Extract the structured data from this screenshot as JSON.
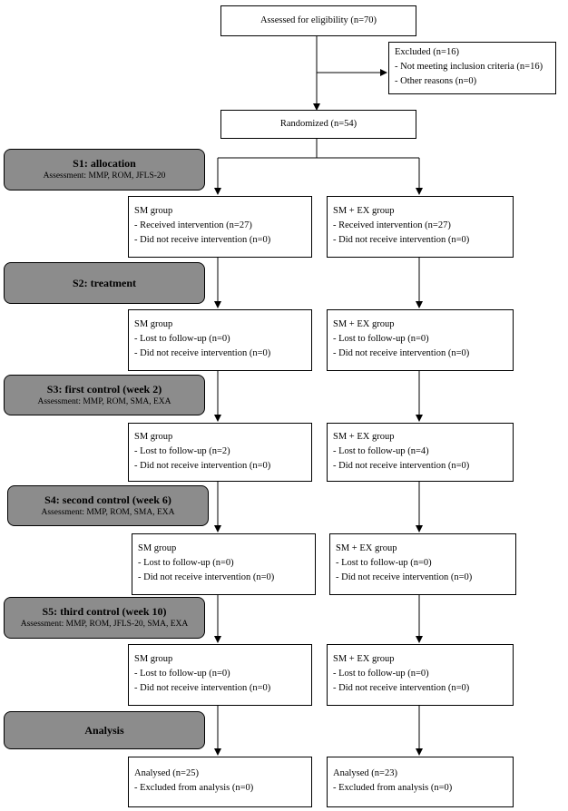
{
  "eligibility": "Assessed for eligibility (n=70)",
  "excluded": {
    "title": "Excluded (n=16)",
    "lines": [
      "- Not meeting inclusion criteria (n=16)",
      "- Other reasons (n=0)"
    ]
  },
  "randomized": "Randomized (n=54)",
  "stages": [
    {
      "title": "S1: allocation",
      "sub": "Assessment: MMP, ROM, JFLS-20"
    },
    {
      "title": "S2: treatment",
      "sub": ""
    },
    {
      "title": "S3: first control (week 2)",
      "sub": "Assessment: MMP, ROM, SMA, EXA"
    },
    {
      "title": "S4: second control (week 6)",
      "sub": "Assessment: MMP, ROM, SMA, EXA"
    },
    {
      "title": "S5: third control (week 10)",
      "sub": "Assessment: MMP, ROM, JFLS-20, SMA, EXA"
    },
    {
      "title": "Analysis",
      "sub": ""
    }
  ],
  "groups": {
    "left": [
      {
        "title": "SM group",
        "lines": [
          "- Received intervention (n=27)",
          "- Did not receive intervention (n=0)"
        ]
      },
      {
        "title": "SM group",
        "lines": [
          "- Lost to follow-up (n=0)",
          "- Did not receive intervention (n=0)"
        ]
      },
      {
        "title": "SM group",
        "lines": [
          "- Lost to follow-up (n=2)",
          "- Did not receive intervention (n=0)"
        ]
      },
      {
        "title": "SM group",
        "lines": [
          "- Lost to follow-up (n=0)",
          "- Did not receive intervention (n=0)"
        ]
      },
      {
        "title": "SM group",
        "lines": [
          "- Lost to follow-up (n=0)",
          "- Did not receive intervention (n=0)"
        ]
      },
      {
        "title": "Analysed (n=25)",
        "lines": [
          "- Excluded from analysis (n=0)"
        ]
      }
    ],
    "right": [
      {
        "title": "SM + EX group",
        "lines": [
          "- Received intervention (n=27)",
          "- Did not receive intervention (n=0)"
        ]
      },
      {
        "title": "SM + EX group",
        "lines": [
          "- Lost to follow-up (n=0)",
          "- Did not receive intervention (n=0)"
        ]
      },
      {
        "title": "SM + EX group",
        "lines": [
          "- Lost to follow-up (n=4)",
          "- Did not receive intervention (n=0)"
        ]
      },
      {
        "title": "SM + EX group",
        "lines": [
          "- Lost to follow-up (n=0)",
          "- Did not receive intervention (n=0)"
        ]
      },
      {
        "title": "SM + EX group",
        "lines": [
          "- Lost to follow-up (n=0)",
          "- Did not receive intervention (n=0)"
        ]
      },
      {
        "title": "Analysed (n=23)",
        "lines": [
          "- Excluded from analysis (n=0)"
        ]
      }
    ]
  }
}
